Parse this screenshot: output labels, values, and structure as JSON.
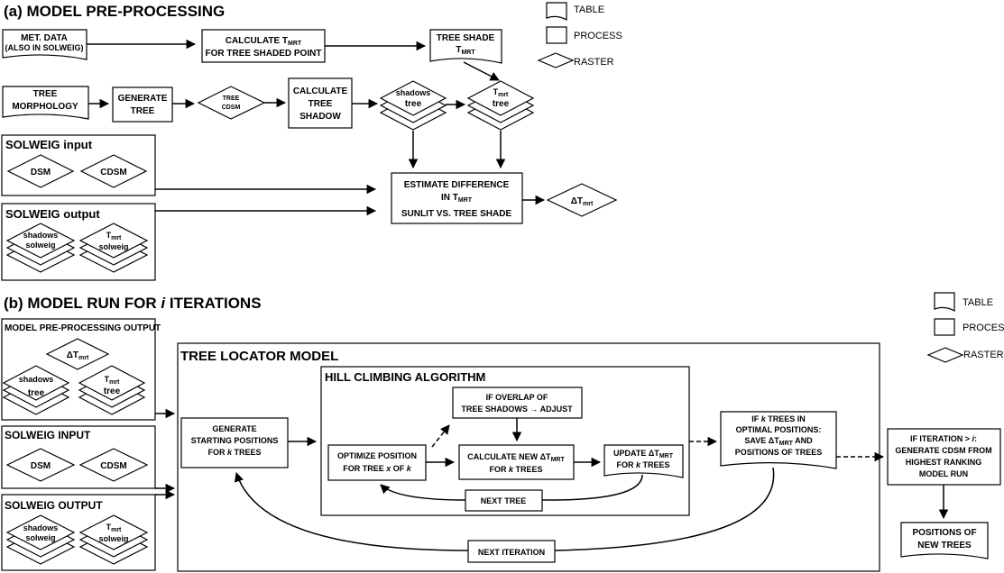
{
  "sections": {
    "a": "(a)  MODEL PRE-PROCESSING",
    "b_prefix": "(b)  MODEL RUN FOR ",
    "b_var": "i",
    "b_suffix": " ITERATIONS"
  },
  "legend": {
    "table": "TABLE",
    "process": "PROCESS",
    "raster": "RASTER"
  },
  "a": {
    "met_data": [
      "MET. DATA",
      "(ALSO IN SOLWEIG)"
    ],
    "calc_tmrt": {
      "l1": "CALCULATE T",
      "l1_sub": "MRT",
      "l2": "FOR TREE SHADED POINT"
    },
    "tree_shade_tmrt": {
      "l1": "TREE SHADE",
      "l2": "T",
      "l2_sub": "MRT"
    },
    "tree_morphology": [
      "TREE",
      "MORPHOLOGY"
    ],
    "generate_tree": [
      "GENERATE",
      "TREE"
    ],
    "tree_cdsm": [
      "TREE",
      "CDSM"
    ],
    "calc_tree_shadow": [
      "CALCULATE",
      "TREE",
      "SHADOW"
    ],
    "shadows_tree": [
      "shadows",
      "tree"
    ],
    "tmrt_tree": {
      "l1": "T",
      "l1_sub": "mrt",
      "l2": "tree"
    },
    "solweig_input": {
      "title": "SOLWEIG input",
      "dsm": "DSM",
      "cdsm": "CDSM"
    },
    "solweig_output": {
      "title": "SOLWEIG output",
      "shadows": [
        "shadows",
        "solweig"
      ],
      "tmrt": {
        "l1": "T",
        "l1_sub": "mrt",
        "l2": "solweig"
      }
    },
    "estimate": {
      "l1": "ESTIMATE DIFFERENCE",
      "l2": "IN T",
      "l2_sub": "MRT",
      "l3": "SUNLIT VS. TREE SHADE"
    },
    "delta_tmrt": {
      "main": "ΔT",
      "sub": "mrt"
    }
  },
  "b": {
    "preproc_output": {
      "title": "MODEL PRE-PROCESSING  OUTPUT",
      "delta": {
        "main": "ΔT",
        "sub": "mrt"
      },
      "shadows": [
        "shadows",
        "tree"
      ],
      "tmrt": {
        "l1": "T",
        "l1_sub": "mrt",
        "l2": "tree"
      }
    },
    "solweig_input": {
      "title": "SOLWEIG INPUT",
      "dsm": "DSM",
      "cdsm": "CDSM"
    },
    "solweig_output": {
      "title": "SOLWEIG OUTPUT",
      "shadows": [
        "shadows",
        "solweig"
      ],
      "tmrt": {
        "l1": "T",
        "l1_sub": "mrt",
        "l2": "solweig"
      }
    },
    "tree_locator_title": "TREE LOCATOR MODEL",
    "hill_climbing_title": "HILL CLIMBING ALGORITHM",
    "generate_start": {
      "l1": "GENERATE",
      "l2": "STARTING POSITIONS",
      "l3_pre": "FOR ",
      "l3_var": "k",
      "l3_post": " TREES"
    },
    "if_overlap": {
      "l1": "IF OVERLAP OF",
      "l2": "TREE SHADOWS → ADJUST"
    },
    "optimize": {
      "l1": "OPTIMIZE POSITION",
      "l2_pre": "FOR TREE ",
      "l2_x": "x",
      "l2_mid": " OF ",
      "l2_k": "k"
    },
    "calc_new": {
      "l1": "CALCULATE NEW ΔT",
      "l1_sub": "MRT",
      "l2_pre": "FOR ",
      "l2_var": "k",
      "l2_post": " TREES"
    },
    "update": {
      "l1": "UPDATE ΔT",
      "l1_sub": "MRT",
      "l2_pre": "FOR ",
      "l2_var": "k",
      "l2_post": " TREES"
    },
    "next_tree": "NEXT TREE",
    "if_k_trees": {
      "l1_pre": "IF ",
      "l1_var": "k",
      "l1_post": " TREES IN",
      "l2": "OPTIMAL POSITIONS:",
      "l3": "SAVE ΔT",
      "l3_sub": "MRT",
      "l3_post": " AND",
      "l4": "POSITIONS OF TREES"
    },
    "if_iteration": {
      "l1_pre": "IF ITERATION > ",
      "l1_var": "i",
      "l1_post": ":",
      "l2": "GENERATE CDSM FROM",
      "l3": "HIGHEST RANKING",
      "l4": "MODEL RUN"
    },
    "positions_new": [
      "POSITIONS OF",
      "NEW TREES"
    ],
    "next_iteration": "NEXT ITERATION"
  }
}
